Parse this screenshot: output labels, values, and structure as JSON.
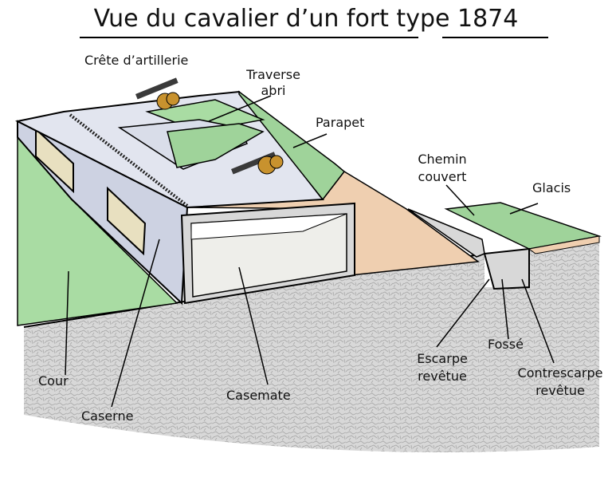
{
  "title": "Vue du cavalier d’un fort type 1874",
  "labels": {
    "crete": "Crête d’artillerie",
    "traverse": "Traverse",
    "abri": "abri",
    "parapet": "Parapet",
    "chemin": "Chemin",
    "couvert": "couvert",
    "glacis": "Glacis",
    "cour": "Cour",
    "caserne": "Caserne",
    "casemate": "Casemate",
    "escarpe": "Escarpe",
    "revetue": "revêtue",
    "fosse": "Fossé",
    "contrescarpe": "Contrescarpe",
    "revetue2": "revêtue"
  },
  "colors": {
    "green": "#9fd39a",
    "light_green": "#c7e6c2",
    "concrete": "#e2e5ef",
    "caserne_wall": "#cdd2e2",
    "earth": "#efcfb0",
    "casemate_floor": "#eeeeea",
    "ground": "#dcdcdc",
    "cannon": "#3a3a3a",
    "wheel": "#c8922e"
  }
}
